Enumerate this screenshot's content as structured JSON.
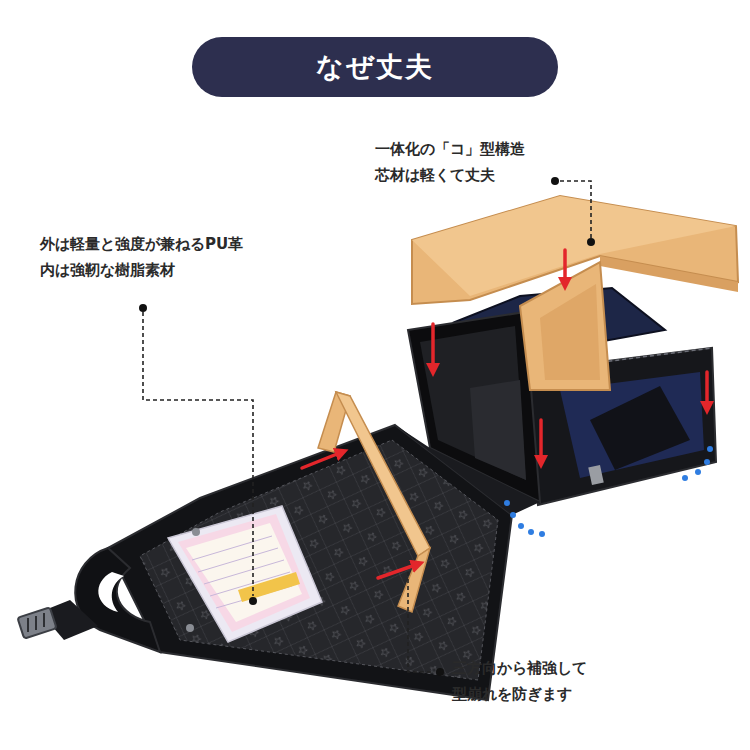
{
  "diagram": {
    "title": "なぜ丈夫",
    "labels": [
      "一体化の「コ」型構造 芯材は軽くて丈夫",
      "外は軽量と強度が兼ねるPU革 内は強靭な樹脂素材",
      "三方向から補強して 型崩れを防ぎます"
    ]
  }
}
